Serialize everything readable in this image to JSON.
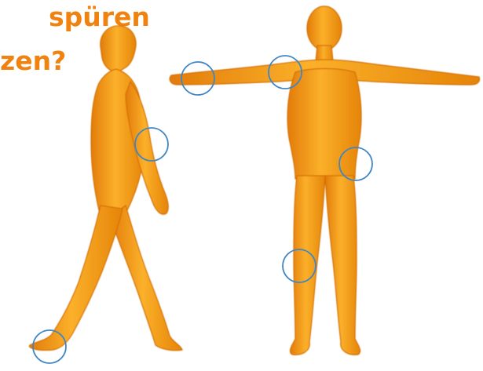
{
  "headline": {
    "line1": "spüren",
    "line2": "zen?"
  },
  "colors": {
    "headline": "#f0820f",
    "body_fill": "#f8a21a",
    "body_shade": "#e07a08",
    "marker_circle": "#3f86c4"
  },
  "figures": [
    {
      "name": "walking-figure",
      "view": "side"
    },
    {
      "name": "standing-figure",
      "view": "front"
    }
  ],
  "markers": [
    {
      "name": "right-shoulder-marker"
    },
    {
      "name": "right-hand-marker"
    },
    {
      "name": "elbow-marker"
    },
    {
      "name": "hip-marker"
    },
    {
      "name": "knee-marker"
    },
    {
      "name": "heel-marker"
    }
  ]
}
